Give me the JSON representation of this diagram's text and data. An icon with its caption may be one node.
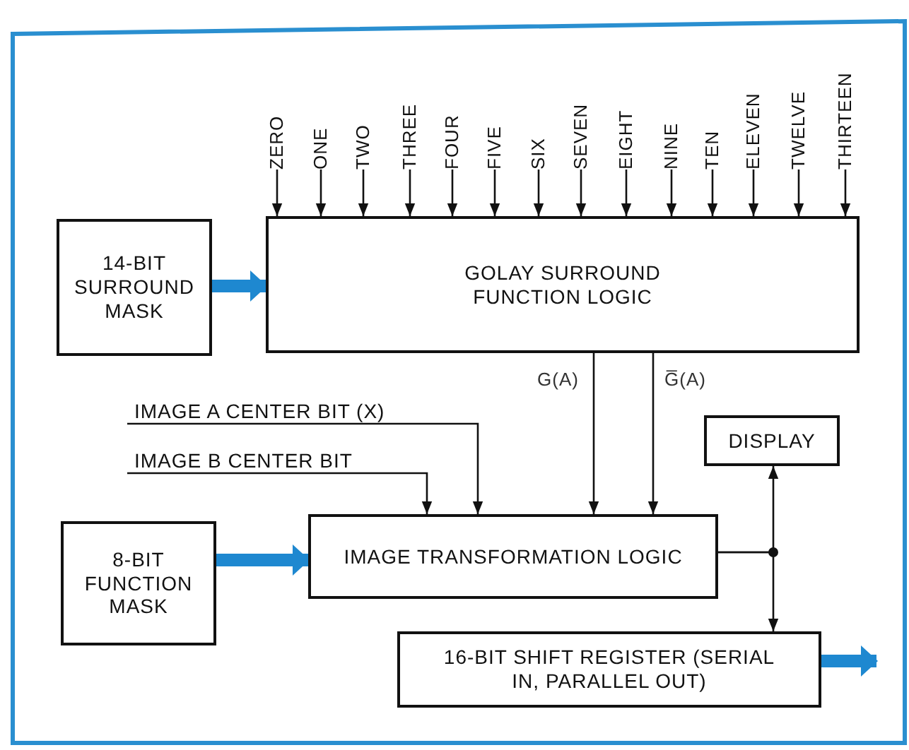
{
  "diagram": {
    "nodes": [
      {
        "text": [
          "14-BIT SURROUND MASK"
        ]
      },
      {
        "text": [
          "GOLAY SURROUND FUNCTION LOGIC"
        ]
      },
      {
        "text": [
          "ZERO"
        ]
      },
      {
        "text": [
          "ONE"
        ]
      },
      {
        "text": [
          "TWO"
        ]
      },
      {
        "text": [
          "THREE"
        ]
      },
      {
        "text": [
          "FOUR"
        ]
      },
      {
        "text": [
          "FIVE"
        ]
      },
      {
        "text": [
          "SIX"
        ]
      },
      {
        "text": [
          "SEVEN"
        ]
      },
      {
        "text": [
          "EIGHT"
        ]
      },
      {
        "text": [
          "NINE"
        ]
      },
      {
        "text": [
          "TEN"
        ]
      },
      {
        "text": [
          "ELEVEN"
        ]
      },
      {
        "text": [
          "TWELVE"
        ]
      },
      {
        "text": [
          "THIRTEEN"
        ]
      },
      {
        "text": [
          "IMAGE A CENTER BIT (X)"
        ]
      },
      {
        "text": [
          "IMAGE B CENTER BIT"
        ]
      },
      {
        "text": [
          "8-BIT FUNCTION MASK"
        ]
      },
      {
        "text": [
          "IMAGE TRANSFORMATION LOGIC"
        ]
      },
      {
        "text": [
          "DISPLAY"
        ]
      },
      {
        "text": [
          "16-BIT SHIFT REGISTER (SERIAL IN, PARALLEL OUT)"
        ]
      }
    ],
    "edges": [
      {
        "from": 0,
        "to": 1,
        "arrow": "to",
        "style": "thick",
        "color": "#1e88d0"
      },
      {
        "from": 2,
        "to": 1,
        "arrow": "to"
      },
      {
        "from": 3,
        "to": 1,
        "arrow": "to"
      },
      {
        "from": 4,
        "to": 1,
        "arrow": "to"
      },
      {
        "from": 5,
        "to": 1,
        "arrow": "to"
      },
      {
        "from": 6,
        "to": 1,
        "arrow": "to"
      },
      {
        "from": 7,
        "to": 1,
        "arrow": "to"
      },
      {
        "from": 8,
        "to": 1,
        "arrow": "to"
      },
      {
        "from": 9,
        "to": 1,
        "arrow": "to"
      },
      {
        "from": 10,
        "to": 1,
        "arrow": "to"
      },
      {
        "from": 11,
        "to": 1,
        "arrow": "to"
      },
      {
        "from": 12,
        "to": 1,
        "arrow": "to"
      },
      {
        "from": 13,
        "to": 1,
        "arrow": "to"
      },
      {
        "from": 14,
        "to": 1,
        "arrow": "to"
      },
      {
        "from": 15,
        "to": 1,
        "arrow": "to"
      },
      {
        "from": 1,
        "to": 19,
        "arrow": "to",
        "label": "G(A)"
      },
      {
        "from": 1,
        "to": 19,
        "arrow": "to",
        "label": "G̅(A)"
      },
      {
        "from": 16,
        "to": 19,
        "arrow": "to"
      },
      {
        "from": 17,
        "to": 19,
        "arrow": "to"
      },
      {
        "from": 18,
        "to": 19,
        "arrow": "to",
        "style": "thick",
        "color": "#1e88d0"
      },
      {
        "from": 19,
        "to": 20,
        "arrow": "to"
      },
      {
        "from": 19,
        "to": 21,
        "arrow": "to"
      },
      {
        "from": 21,
        "to": null,
        "arrow": "to",
        "style": "thick",
        "color": "#1e88d0"
      }
    ]
  }
}
